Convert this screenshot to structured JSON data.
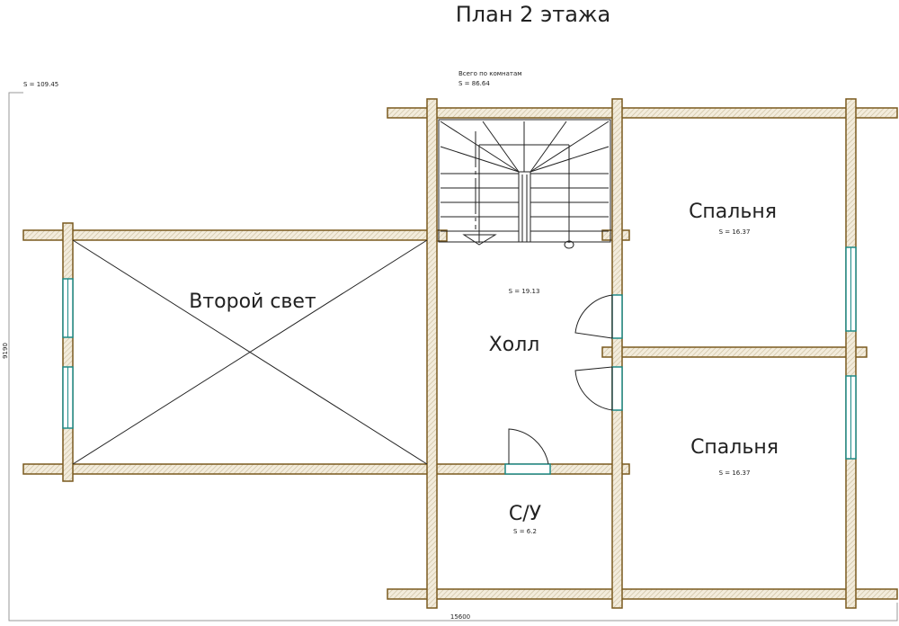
{
  "title": "План 2 этажа",
  "total_area": "S  =  109.45",
  "rooms_total_label": "Всего по комнатам",
  "rooms_total_area": "S  =  86.64",
  "rooms": [
    {
      "name": "Второй свет",
      "area": ""
    },
    {
      "name": "Холл",
      "area": "S  =  19.13"
    },
    {
      "name": "Спальня",
      "area": "S  =  16.37"
    },
    {
      "name": "Спальня",
      "area": "S  =  16.37"
    },
    {
      "name": "С/У",
      "area": "S  =  6.2"
    }
  ],
  "dimensions": {
    "width": "15600",
    "height": "9190"
  },
  "colors": {
    "wall_outline": "#7a5a1e",
    "window": "#1e8a87"
  }
}
